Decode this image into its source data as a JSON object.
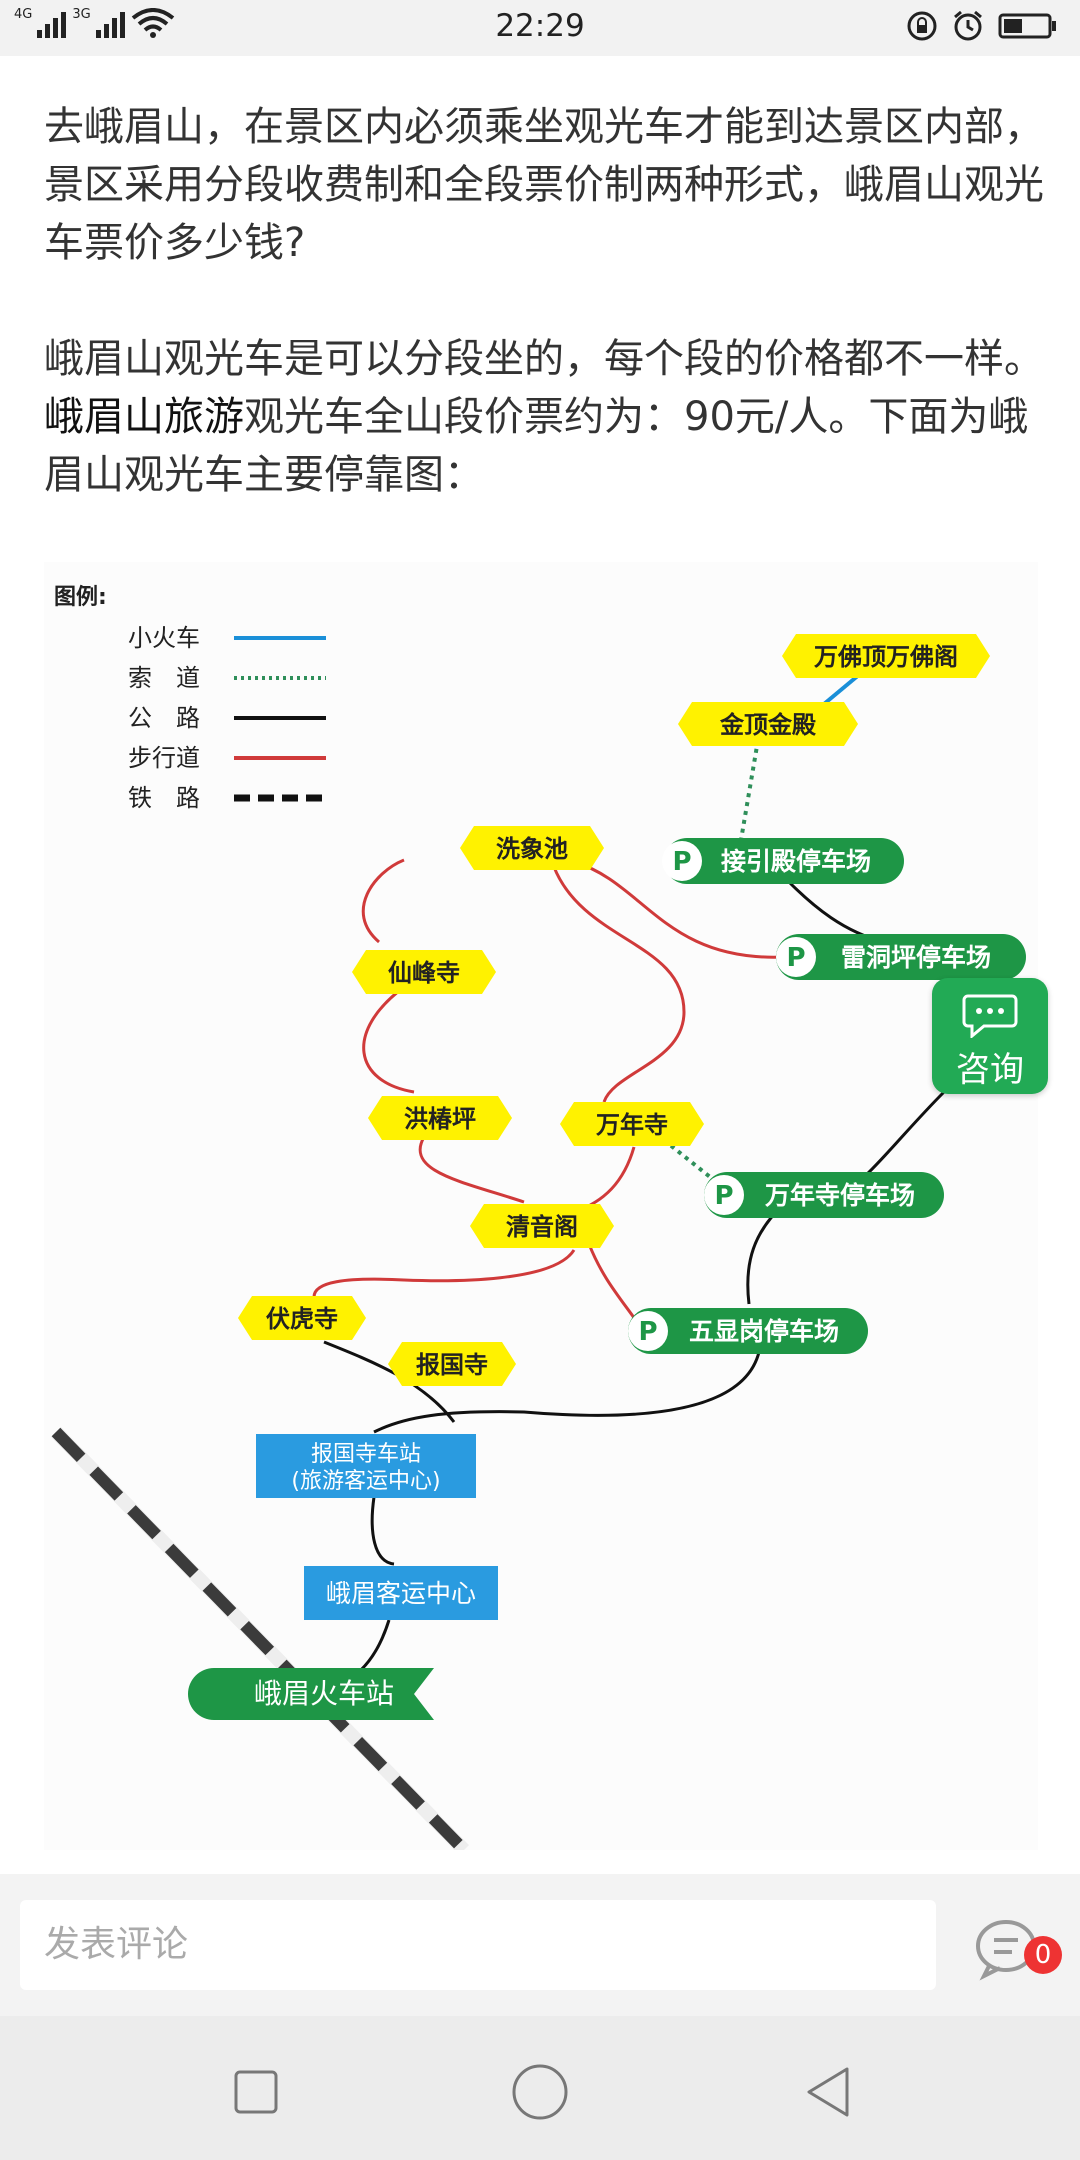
{
  "status_bar": {
    "time": "22:29",
    "network_1": "4G",
    "network_2": "3G",
    "icons": [
      "signal-icon",
      "wifi-icon",
      "rotation-lock-icon",
      "alarm-icon",
      "battery-icon"
    ]
  },
  "article": {
    "paragraph_1": "去峨眉山，在景区内必须乘坐观光车才能到达景区内部，景区采用分段收费制和全段票价制两种形式，峨眉山观光车票价多少钱?",
    "paragraph_2_prefix": "峨眉山观光车是可以分段坐的，每个段的价格都不一样。",
    "paragraph_2_keyword": "峨眉山旅游",
    "paragraph_2_suffix": "观光车全山段价票约为：90元/人。下面为峨眉山观光车主要停靠图："
  },
  "map": {
    "legend_title": "图例:",
    "legend": [
      {
        "label": "小火车",
        "color": "#1a8fd8"
      },
      {
        "label": "索　道",
        "color": "#2f8f5a"
      },
      {
        "label": "公　路",
        "color": "#111111"
      },
      {
        "label": "步行道",
        "color": "#d03a3a"
      },
      {
        "label": "铁　路",
        "color": "#111111"
      }
    ],
    "spots": {
      "wanfoding": "万佛顶万佛阁",
      "jinding": "金顶金殿",
      "xixiangchi": "洗象池",
      "xianfengsi": "仙峰寺",
      "hongchunping": "洪椿坪",
      "wanniansi": "万年寺",
      "qingyinge": "清音阁",
      "fuhusi": "伏虎寺",
      "baoguosi": "报国寺"
    },
    "parking": {
      "jieyindian": "接引殿停车场",
      "leidongping": "雷洞坪停车场",
      "wanniansi": "万年寺停车场",
      "wuxiangang": "五显岗停车场"
    },
    "parking_symbol": "P",
    "stations": {
      "baoguosi_station_line1": "报国寺车站",
      "baoguosi_station_line2": "(旅游客运中心)",
      "emei_bus_center": "峨眉客运中心",
      "emei_railway": "峨眉火车站"
    },
    "colors": {
      "spot_yellow": "#fff200",
      "parking_green": "#1e9646",
      "station_blue": "#2a9be0"
    }
  },
  "consult_button": {
    "label": "咨询"
  },
  "comment_bar": {
    "placeholder": "发表评论",
    "comment_count": "0"
  },
  "nav_bar": {
    "buttons": [
      "recent-apps-button",
      "home-button",
      "back-button"
    ]
  }
}
